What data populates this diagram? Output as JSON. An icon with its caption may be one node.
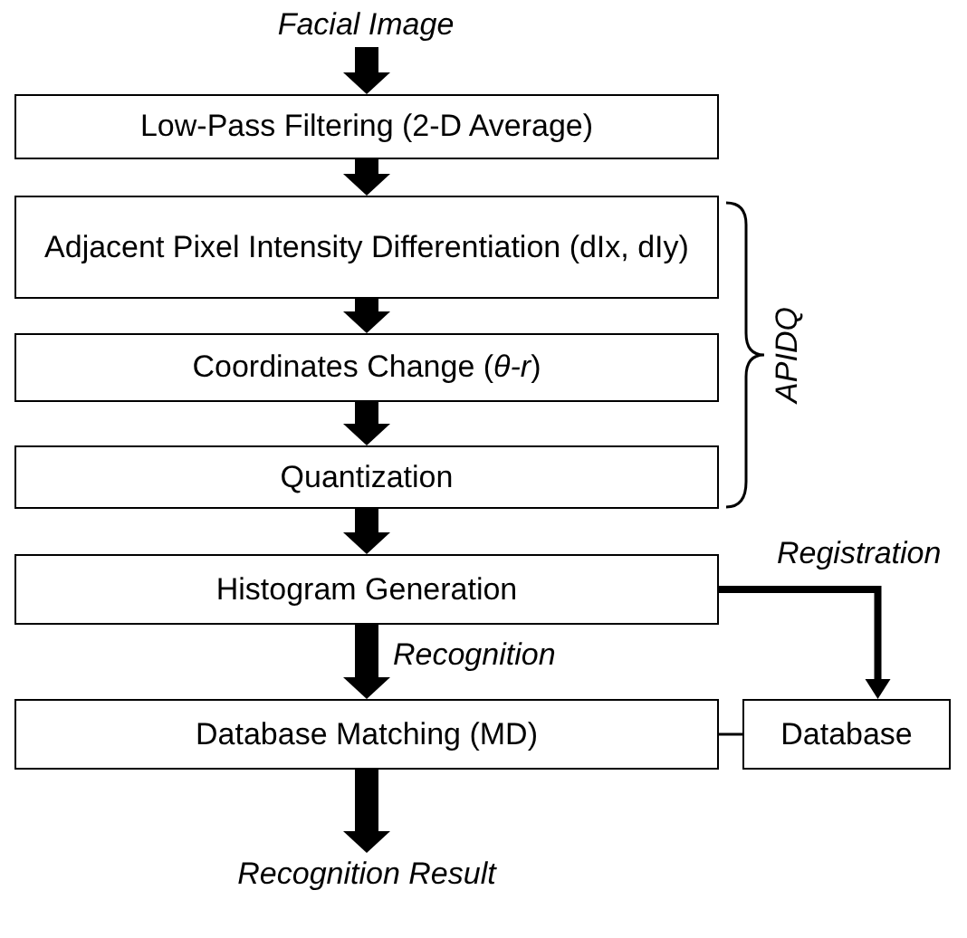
{
  "diagram": {
    "nodes": [
      {
        "text": [
          "Facial Image"
        ]
      },
      {
        "text": [
          "Low-Pass Filtering (2-D Average)"
        ]
      },
      {
        "text": [
          "Adjacent Pixel Intensity Differentiation (dIx, dIy)"
        ]
      },
      {
        "text": [
          "Coordinates Change (*θ-r*)"
        ]
      },
      {
        "text": [
          "Quantization"
        ]
      },
      {
        "text": [
          "Histogram Generation"
        ]
      },
      {
        "text": [
          "Database Matching (MD)"
        ]
      },
      {
        "text": [
          "Database"
        ]
      },
      {
        "text": [
          "Recognition Result"
        ]
      }
    ],
    "edges": [
      {
        "from": 0,
        "to": 1,
        "arrow": "to"
      },
      {
        "from": 1,
        "to": 2,
        "arrow": "to"
      },
      {
        "from": 2,
        "to": 3,
        "arrow": "to"
      },
      {
        "from": 3,
        "to": 4,
        "arrow": "to"
      },
      {
        "from": 4,
        "to": 5,
        "arrow": "to"
      },
      {
        "from": 5,
        "to": 6,
        "arrow": "to",
        "label": "Recognition"
      },
      {
        "from": 5,
        "to": 7,
        "arrow": "to",
        "label": "Registration"
      },
      {
        "from": 6,
        "to": 7,
        "arrow": "none"
      },
      {
        "from": 6,
        "to": 8,
        "arrow": "to"
      }
    ],
    "labels": [
      "APIDQ"
    ]
  }
}
